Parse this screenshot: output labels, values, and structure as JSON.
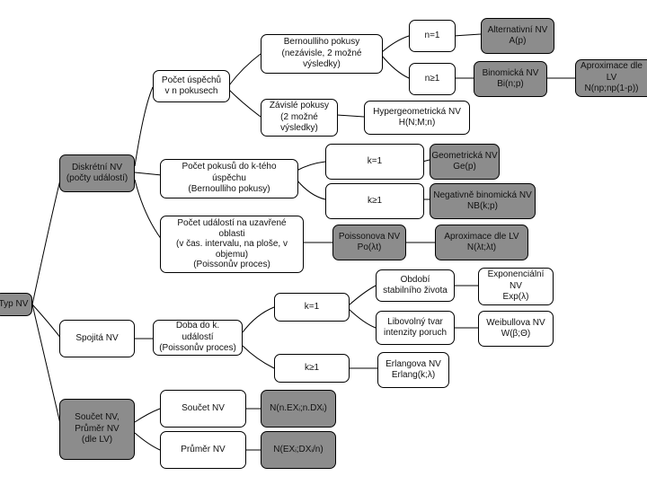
{
  "nodes": {
    "typ": "Typ NV",
    "diskretni": [
      "Diskrétní NV",
      "(počty událostí)"
    ],
    "spojita": "Spojitá NV",
    "soucet_prumer": [
      "Součet NV,",
      "Průměr NV",
      "(dle LV)"
    ],
    "pocet_uspechu": [
      "Počet úspěchů",
      "v n pokusech"
    ],
    "pocet_pokusu": [
      "Počet pokusů do k-tého",
      "úspěchu",
      "(Bernoulliho pokusy)"
    ],
    "pocet_udalosti": [
      "Počet událostí na uzavřené",
      "oblasti",
      "(v čas. intervalu, na ploše, v",
      "objemu)",
      "(Poissonův proces)"
    ],
    "doba": [
      "Doba do k.",
      "událostí",
      "(Poissonův proces)"
    ],
    "bernoulli": [
      "Bernoulliho pokusy",
      "(nezávisle, 2 možné",
      "výsledky)"
    ],
    "zavisle": [
      "Závislé pokusy",
      "(2 možné",
      "výsledky)"
    ],
    "n1": "n=1",
    "n_ge1": "n≥1",
    "alternativni": [
      "Alternativní NV",
      "A(p)"
    ],
    "binomicka": [
      "Binomická NV",
      "Bi(n;p)"
    ],
    "aprox_lv": [
      "Aproximace dle",
      "LV",
      "N(np;np(1-p))"
    ],
    "hypergeo": [
      "Hypergeometrická NV",
      "H(N;M;n)"
    ],
    "k1_top": "k=1",
    "k_ge1_top": "k≥1",
    "geometricka": [
      "Geometrická NV",
      "Ge(p)"
    ],
    "neg_binom": [
      "Negativně binomická NV",
      "NB(k;p)"
    ],
    "poissonova": [
      "Poissonova NV",
      "Po(λt)"
    ],
    "aprox_lv2": [
      "Aproximace dle LV",
      "N(λt;λt)"
    ],
    "obdobi": [
      "Období",
      "stabilního života"
    ],
    "libovolny": [
      "Libovolný tvar",
      "intenzity poruch"
    ],
    "exponencialni": [
      "Exponenciální",
      "NV",
      "Exp(λ)"
    ],
    "weibullova": [
      "Weibullova NV",
      "W(β;Θ)"
    ],
    "k1_bottom": "k=1",
    "k_ge1_bottom": "k≥1",
    "erlangova": [
      "Erlangova NV",
      "Erlang(k;λ)"
    ],
    "soucet": "Součet NV",
    "prumer": "Průměr NV",
    "n_soucet": "N(n.EXᵢ;n.DXᵢ)",
    "n_prumer": "N(EXᵢ;DXᵢ/n)"
  },
  "colors": {
    "light": "#ffffff",
    "dark": "#8c8c8c",
    "line": "#000000"
  }
}
